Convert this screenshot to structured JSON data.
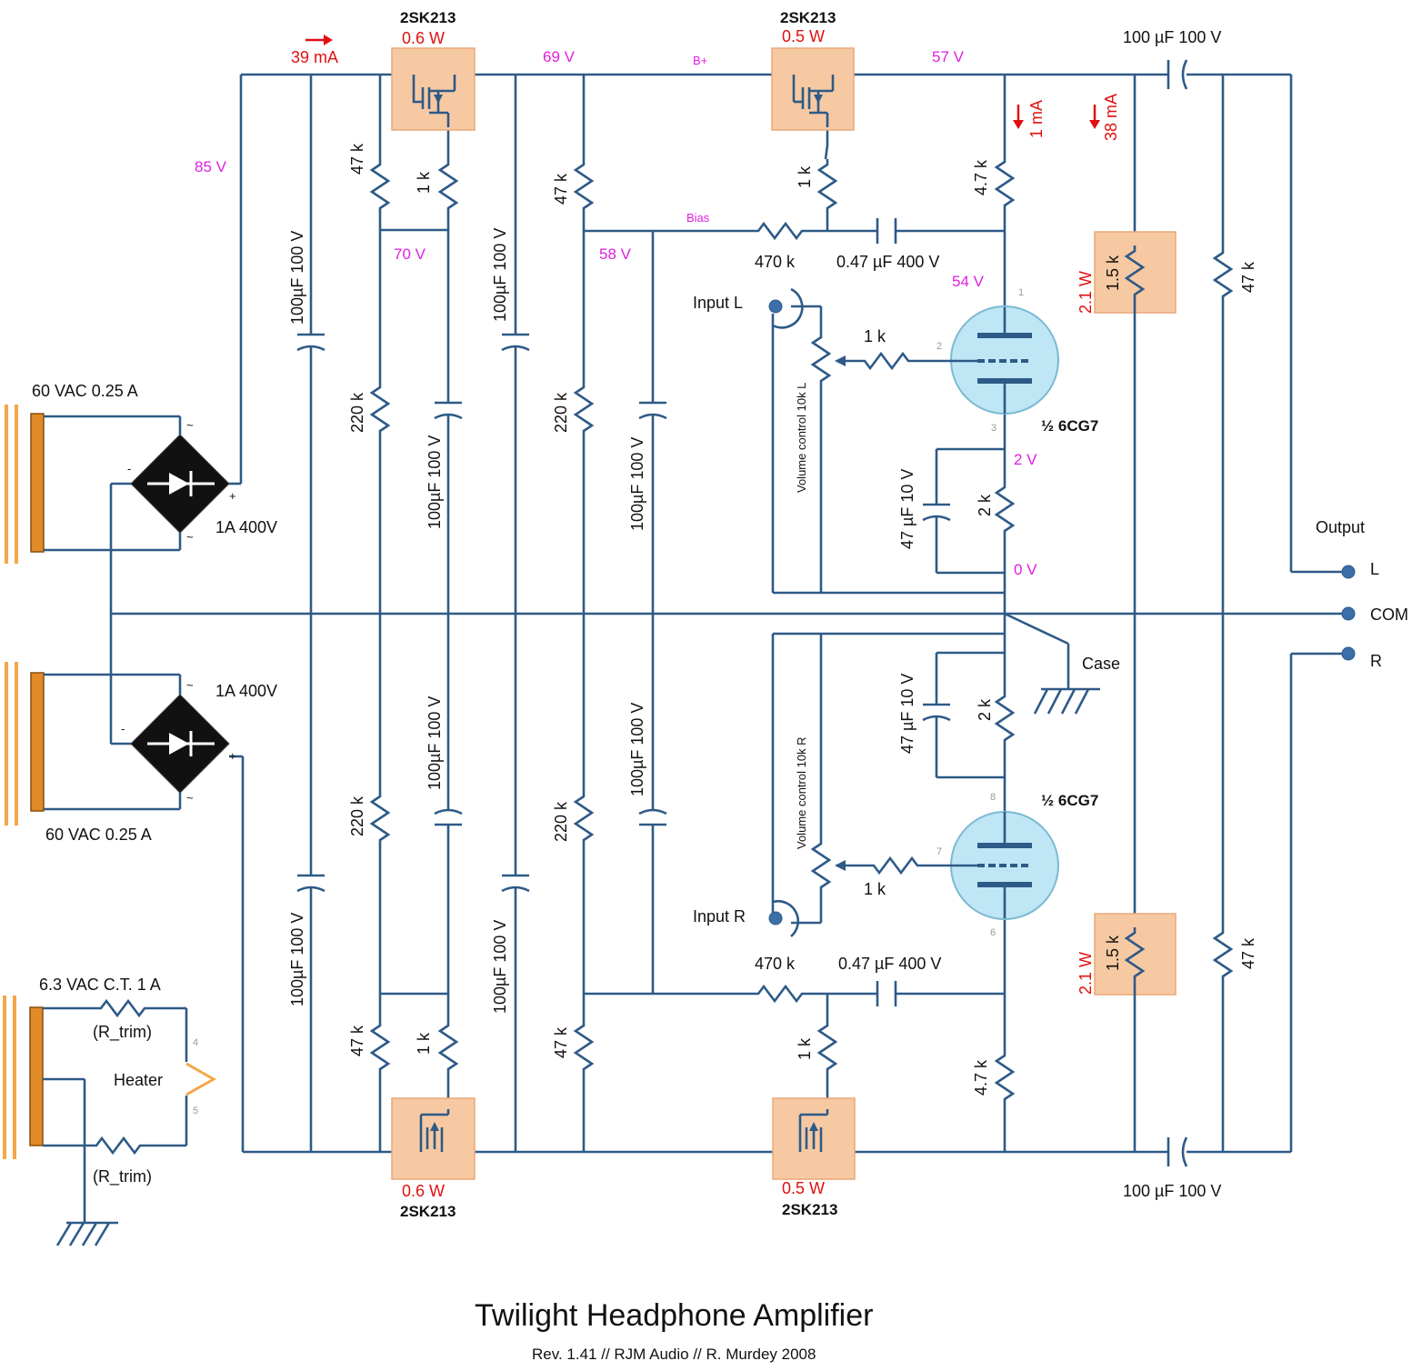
{
  "title": "Twilight Headphone Amplifier",
  "subtitle": "Rev. 1.41 // RJM Audio // R. Murdey 2008",
  "mosfets": {
    "top1": {
      "part": "2SK213",
      "power": "0.6 W"
    },
    "top2": {
      "part": "2SK213",
      "power": "0.5 W"
    },
    "bot1": {
      "part": "2SK213",
      "power": "0.6 W"
    },
    "bot2": {
      "part": "2SK213",
      "power": "0.5 W"
    }
  },
  "voltages": {
    "v85": "85 V",
    "v69": "69 V",
    "v57": "57 V",
    "v70": "70 V",
    "v58": "58 V",
    "v54": "54 V",
    "v2": "2 V",
    "v0": "0 V"
  },
  "bplus": "B+",
  "bias": "Bias",
  "currents": {
    "c39": "39 mA",
    "c1": "1 mA",
    "c38": "38 mA"
  },
  "power_resistor": "2.1 W",
  "resistors": {
    "r47k": "47 k",
    "r1k": "1 k",
    "r220k": "220 k",
    "r4_7k": "4.7 k",
    "r470k": "470 k",
    "r2k": "2 k",
    "r1_5k": "1.5 k"
  },
  "caps": {
    "c100": "100 µF 100 V",
    "c100v": "100µF 100 V",
    "c047": "0.47 µF 400 V",
    "c47": "47 µF 10 V"
  },
  "transformers": {
    "t1": "60 VAC 0.25 A",
    "t2": "60 VAC 0.25 A",
    "t3": "6.3 VAC C.T. 1 A"
  },
  "bridge": "1A 400V",
  "bridge_marks": {
    "ac": "~",
    "minus": "-",
    "plus": "+"
  },
  "heater": "Heater",
  "rtrim": "(R_trim)",
  "tube": "½ 6CG7",
  "tube_pins": {
    "p1": "1",
    "p2": "2",
    "p3": "3",
    "p4": "4",
    "p5": "5",
    "p6": "6",
    "p7": "7",
    "p8": "8"
  },
  "inputs": {
    "l": "Input L",
    "r": "Input R"
  },
  "volume": {
    "l": "Volume control 10k L",
    "r": "Volume control 10k R"
  },
  "output": {
    "label": "Output",
    "l": "L",
    "com": "COM",
    "r": "R"
  },
  "case": "Case"
}
